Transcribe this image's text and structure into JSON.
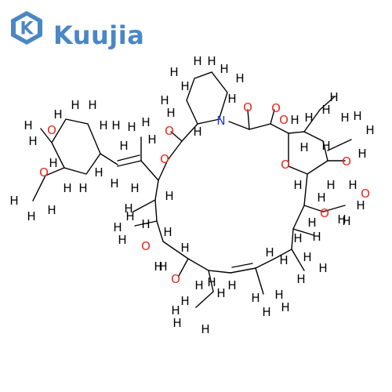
{
  "brand": {
    "name": "Kuujia",
    "color": "#4a87c4"
  },
  "colors": {
    "carbon_hydrogen": "#000000",
    "oxygen": "#e8281c",
    "nitrogen": "#2036d8"
  },
  "atom_labels": {
    "H": "H",
    "O": "O",
    "N": "N"
  }
}
